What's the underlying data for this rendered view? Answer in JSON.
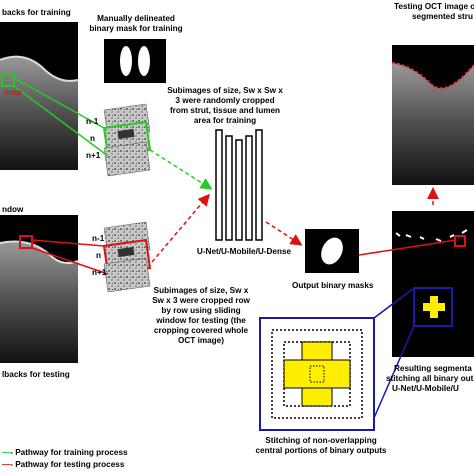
{
  "labels": {
    "top_left_caption": "backs for training",
    "mask_caption_line1": "Manually delineated",
    "mask_caption_line2": "binary mask for training",
    "crop_label": "crop",
    "training_desc": [
      "Subimages of size, Sw x Sw x",
      "3 were randomly cropped",
      "from strut, tissue and lumen",
      "area for training"
    ],
    "n_minus_1": "n-1",
    "n": "n",
    "n_plus_1": "n+1",
    "window_label": "ndow",
    "network_label": "U-Net/U-Mobile/U-Dense",
    "testing_desc": [
      "Subimages of size, Sw x",
      "Sw x 3 were cropped row",
      "by row using sliding",
      "window for testing (the",
      "cropping covered whole",
      "OCT image)"
    ],
    "output_caption": "Output binary masks",
    "bottom_left_caption": "lbacks for testing",
    "top_right_caption_line1": "Testing OCT image ov",
    "top_right_caption_line2": "segmented stru",
    "resulting_desc": [
      "Resulting  segmenta",
      "stitching all binary out",
      "U-Net/U-Mobile/U"
    ],
    "stitch_caption_line1": "Stitching of non-overlapping",
    "stitch_caption_line2": "central portions of binary outputs",
    "legend_training": "- Pathway for training process",
    "legend_testing": "- Pathway for testing process"
  },
  "colors": {
    "training_path": "#22cc22",
    "testing_path": "#dd1111",
    "zoom_box": "#1a1aaa",
    "stitch_yellow": "#ffee00"
  }
}
